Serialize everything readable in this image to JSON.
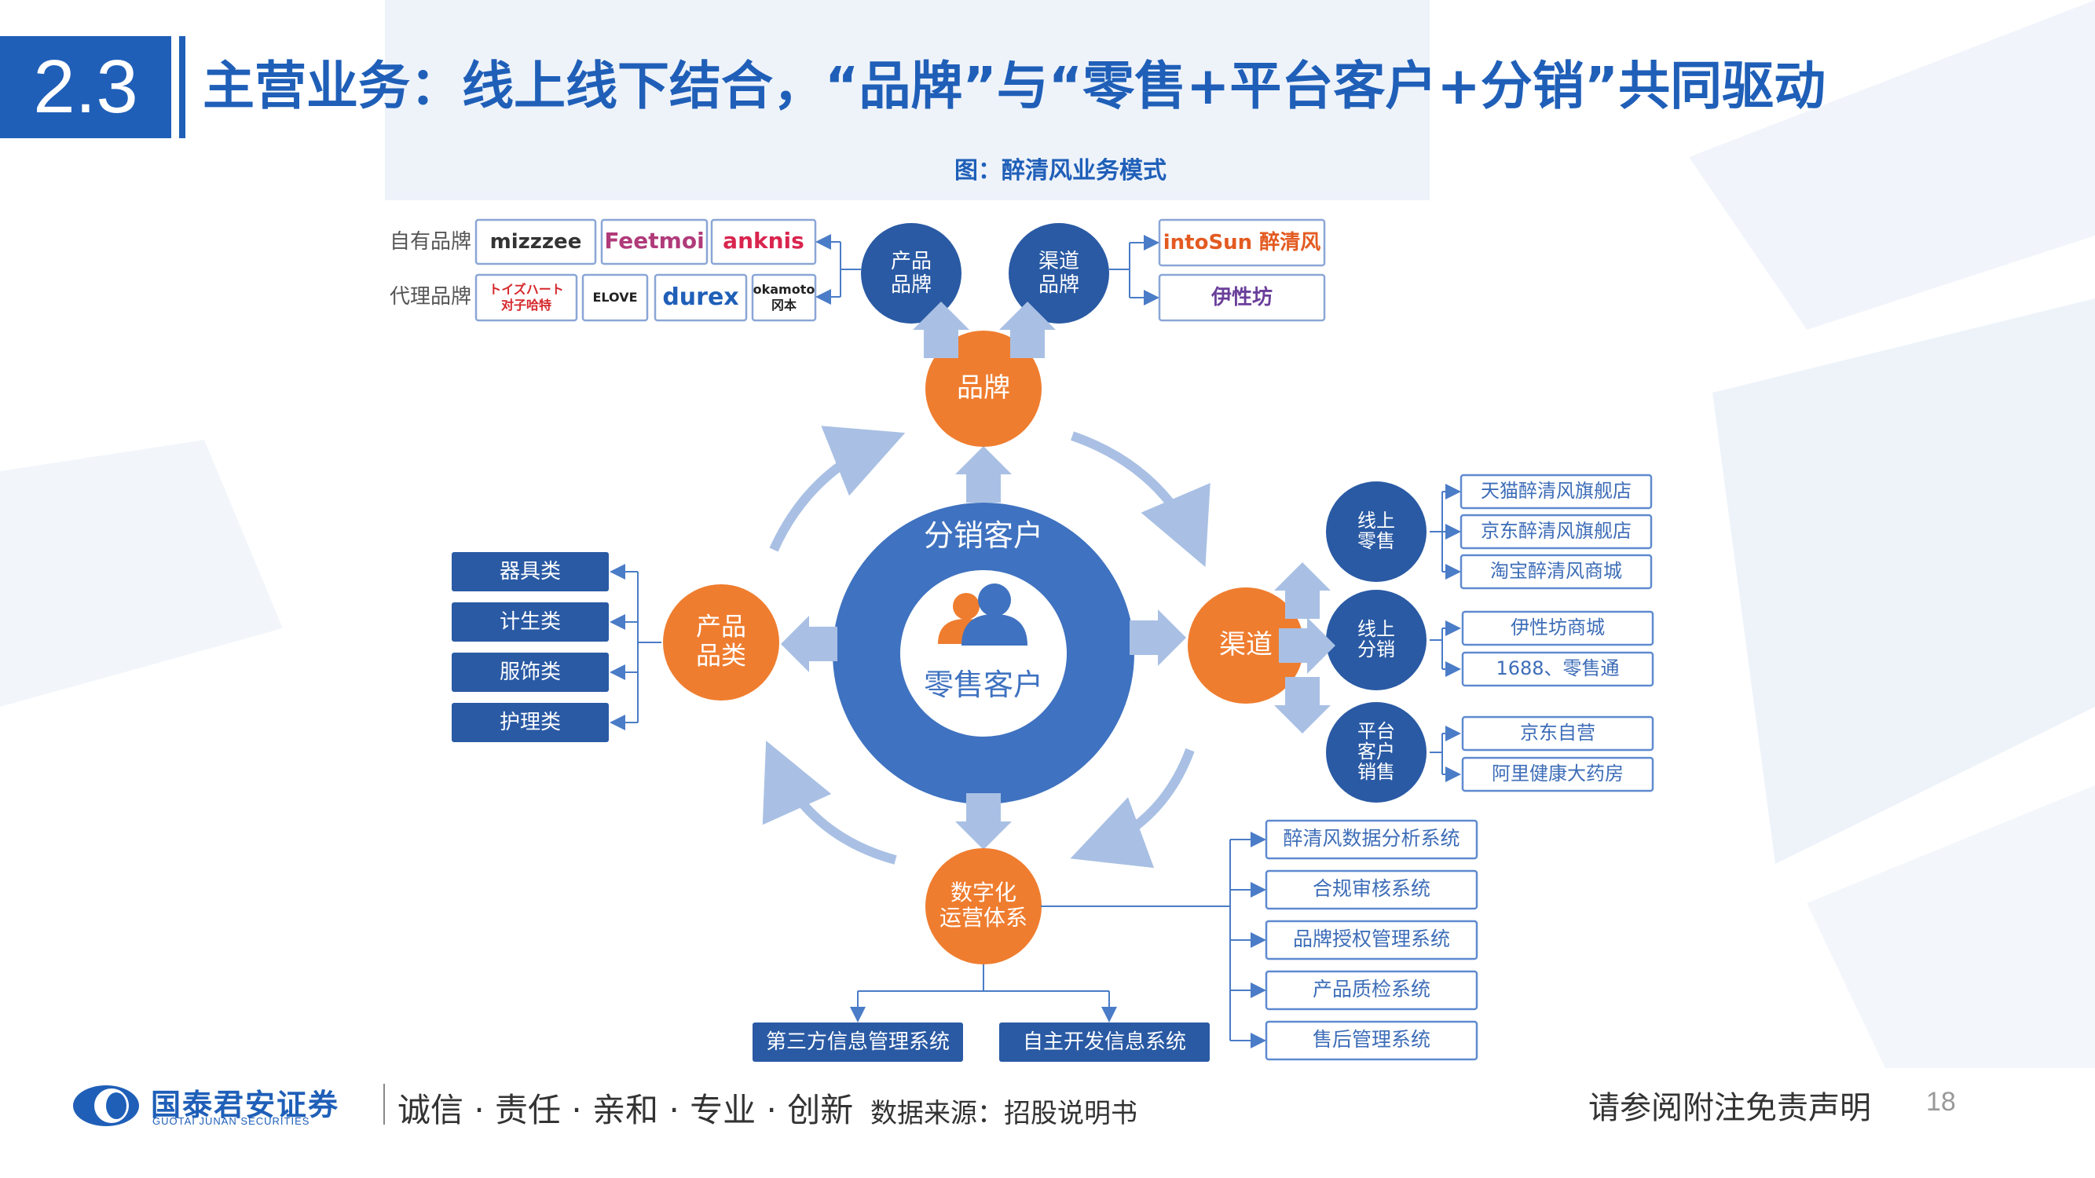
{
  "header": {
    "number": "2.3",
    "title": "主营业务：线上线下结合，“品牌”与“零售+平台客户+分销”共同驱动"
  },
  "figure": {
    "caption": "图：醉清风业务模式",
    "center": {
      "outer_label": "分销客户",
      "inner_label": "零售客户"
    },
    "nodes": {
      "brand": "品牌",
      "channel": "渠道",
      "product": "产品\n品类",
      "digital": "数字化\n运营体系"
    },
    "brand_subnodes": {
      "product_brand": "产品\n品牌",
      "channel_brand": "渠道\n品牌"
    },
    "own_brand_label": "自有品牌",
    "agent_brand_label": "代理品牌",
    "own_brands": [
      "mizzzee",
      "Feetmoi",
      "anknis"
    ],
    "agent_brands": [
      "トイズハート\n对子哈特",
      "ELOVE",
      "durex",
      "okamoto\n冈本"
    ],
    "channel_brands": [
      "intoSun 醉清风",
      "伊性坊"
    ],
    "categories": [
      "器具类",
      "计生类",
      "服饰类",
      "护理类"
    ],
    "channel_groups": [
      {
        "label": "线上\n零售",
        "items": [
          "天猫醉清风旗舰店",
          "京东醉清风旗舰店",
          "淘宝醉清风商城"
        ]
      },
      {
        "label": "线上\n分销",
        "items": [
          "伊性坊商城",
          "1688、零售通"
        ]
      },
      {
        "label": "平台\n客户\n销售",
        "items": [
          "京东自营",
          "阿里健康大药房"
        ]
      }
    ],
    "systems": [
      "醉清风数据分析系统",
      "合规审核系统",
      "品牌授权管理系统",
      "产品质检系统",
      "售后管理系统"
    ],
    "bottom_systems": [
      "第三方信息管理系统",
      "自主开发信息系统"
    ]
  },
  "footer": {
    "company": "国泰君安证券",
    "company_en": "GUOTAI JUNAN SECURITIES",
    "motto": "诚信 · 责任 · 亲和 · 专业 · 创新",
    "source": "数据来源：招股说明书",
    "disclaimer": "请参阅附注免责声明",
    "page": "18"
  },
  "colors": {
    "accent_blue": "#1f5fb8",
    "diagram_blue": "#3f72c0",
    "orange": "#ef7d2f",
    "node_dark_blue": "#2a5aa4",
    "arrow_light": "#a9c0e4"
  }
}
